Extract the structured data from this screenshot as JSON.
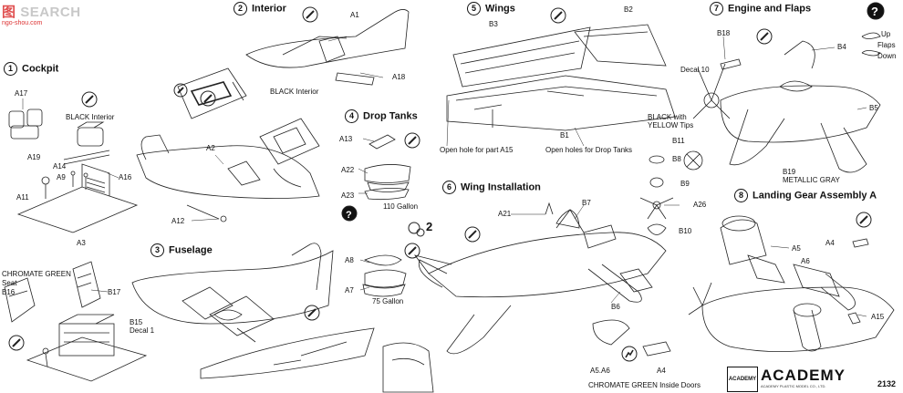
{
  "watermark": {
    "brand_cn": "图",
    "brand_en": "SEARCH",
    "site": "ngo-shou.com"
  },
  "sections": {
    "cockpit": {
      "num": "1",
      "title": "Cockpit"
    },
    "interior": {
      "num": "2",
      "title": "Interior"
    },
    "fuselage": {
      "num": "3",
      "title": "Fuselage"
    },
    "drop_tanks": {
      "num": "4",
      "title": "Drop Tanks"
    },
    "wings": {
      "num": "5",
      "title": "Wings"
    },
    "wing_installation": {
      "num": "6",
      "title": "Wing Installation"
    },
    "engine_flaps": {
      "num": "7",
      "title": "Engine and Flaps"
    },
    "landing_gear": {
      "num": "8",
      "title": "Landing Gear Assembly A"
    }
  },
  "labels": {
    "a1": "A1",
    "a2": "A2",
    "a3": "A3",
    "a4": "A4",
    "a4b": "A4",
    "a5": "A5",
    "a6": "A6",
    "a7": "A7",
    "a8": "A8",
    "a9": "A9",
    "a11": "A11",
    "a12": "A12",
    "a13": "A13",
    "a14": "A14",
    "a15": "A15",
    "a16": "A16",
    "a17": "A17",
    "a18": "A18",
    "a19": "A19",
    "a21": "A21",
    "a22": "A22",
    "a23": "A23",
    "a26": "A26",
    "a5a6": "A5.A6",
    "b1": "B1",
    "b2": "B2",
    "b3": "B3",
    "b4": "B4",
    "b5": "B5",
    "b6": "B6",
    "b7": "B7",
    "b8": "B8",
    "b9": "B9",
    "b10": "B10",
    "b11": "B11",
    "b15": "B15",
    "b16": "B16",
    "b17": "B17",
    "b18": "B18",
    "b19": "B19",
    "black_interior_1": "BLACK Interior",
    "black_interior_2": "BLACK Interior",
    "chromate_green": "CHROMATE GREEN",
    "seat": "Seat",
    "decal_1": "Decal 1",
    "decal_10": "Decal 10",
    "gallon_110": "110 Gallon",
    "gallon_75": "75 Gallon",
    "open_hole": "Open hole for part A15",
    "open_holes_tanks": "Open holes for Drop Tanks",
    "black_yellow_1": "BLACK with",
    "black_yellow_2": "YELLOW Tips",
    "metallic_gray": "METALLIC GRAY",
    "chromate_doors": "CHROMATE GREEN Inside Doors",
    "flaps_up": "Up",
    "flaps_label": "Flaps",
    "flaps_down": "Down",
    "option_2": "2"
  },
  "footer": {
    "brand": "ACADEMY",
    "brand_sub": "ACADEMY PLASTIC MODEL CO., LTD.",
    "badge": "ACADEMY",
    "part_number": "2132"
  }
}
